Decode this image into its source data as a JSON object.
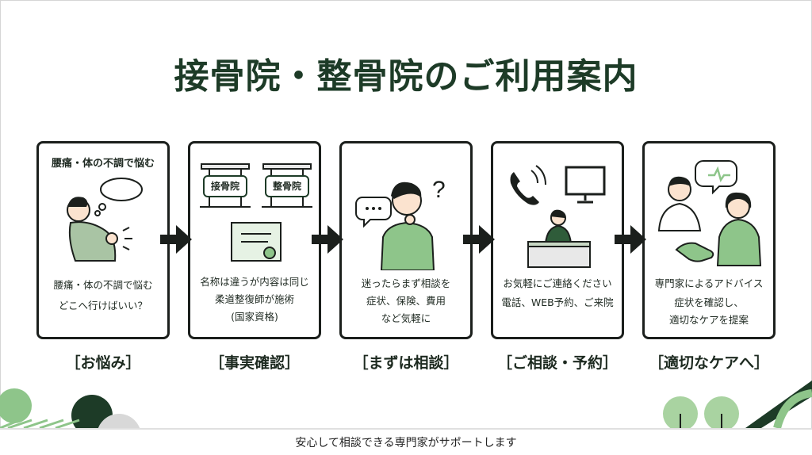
{
  "title": "接骨院・整骨院のご利用案内",
  "steps": [
    {
      "top": "腰痛・体の不調で悩む",
      "lines": [
        "腰痛・体の不調で悩む",
        "どこへ行けばいい？"
      ],
      "caption": "［お悩み］"
    },
    {
      "signs": [
        "接骨院",
        "整骨院"
      ],
      "lines": [
        "名称は違うが内容は同じ",
        "柔道整復師が施術",
        "(国家資格)"
      ],
      "caption": "［事実確認］"
    },
    {
      "lines": [
        "迷ったらまず相談を",
        "症状、保険、費用",
        "など気軽に"
      ],
      "caption": "［まずは相談］"
    },
    {
      "lines": [
        "お気軽にご連絡ください",
        "電話、WEB予約、ご来院"
      ],
      "caption": "［ご相談・予約］"
    },
    {
      "lines": [
        "専門家によるアドバイス",
        "症状を確認し、",
        "適切なケアを提案"
      ],
      "caption": "［適切なケアへ］"
    }
  ],
  "footer": "安心して相談できる専門家がサポートします",
  "colors": {
    "accent": "#8ec58a",
    "dark_green": "#1d3b27",
    "light_green": "#a9d3a1"
  }
}
